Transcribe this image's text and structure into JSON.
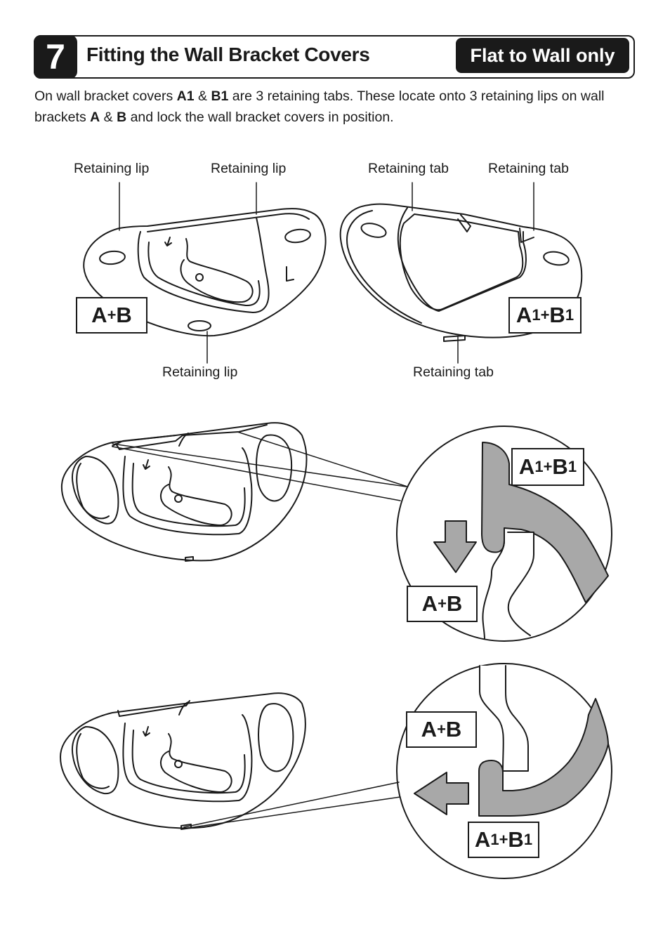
{
  "header": {
    "step_number": "7",
    "title": "Fitting the Wall Bracket Covers",
    "badge": "Flat to Wall only"
  },
  "intro": {
    "t1": "On wall bracket covers ",
    "b1": "A1",
    "t2": " & ",
    "b2": "B1",
    "t3": " are 3 retaining tabs. These locate onto 3 retaining lips on wall brackets ",
    "b3": "A",
    "t4": " & ",
    "b4": "B",
    "t5": " and lock the wall bracket covers in position."
  },
  "labels": {
    "lip_left": "Retaining lip",
    "lip_top": "Retaining lip",
    "lip_bottom": "Retaining lip",
    "tab_left": "Retaining tab",
    "tab_right": "Retaining tab",
    "tab_bottom": "Retaining tab"
  },
  "codes": {
    "ab_a": "A",
    "ab_plus": "+",
    "ab_b": "B",
    "a1b1_a": "A",
    "a1b1_1": "1",
    "a1b1_plus": "+",
    "a1b1_b": "B",
    "a1b1_2": "1"
  },
  "colors": {
    "ink": "#1a1a1a",
    "fill_grey": "#a8a8a8"
  }
}
